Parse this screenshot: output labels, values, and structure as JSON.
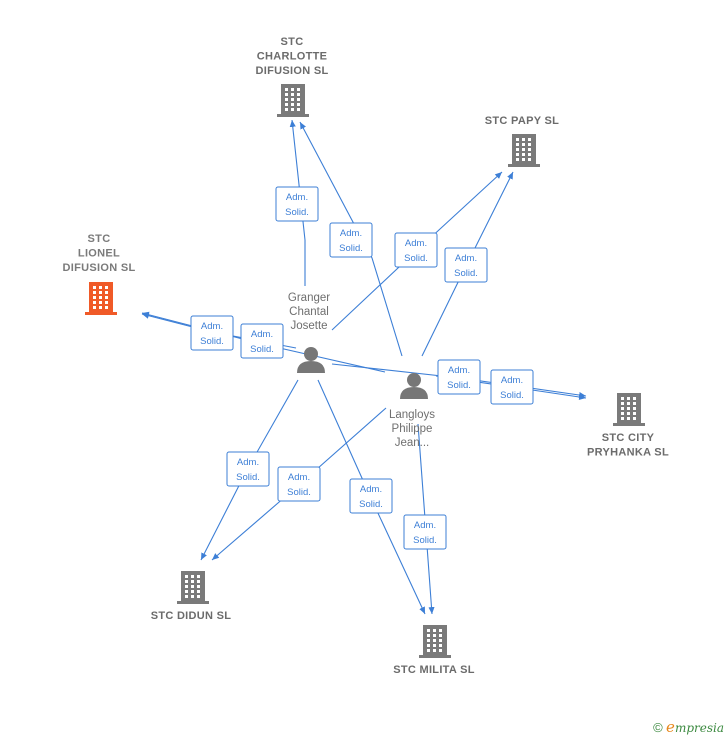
{
  "colors": {
    "edge": "#3d7fd6",
    "company": "#7a7a7a",
    "company_main": "#f05a28",
    "person": "#777777",
    "footer": "#3c8a40"
  },
  "companies": {
    "charlotte": [
      "STC",
      "CHARLOTTE",
      "DIFUSION  SL"
    ],
    "papy": [
      "STC PAPY  SL"
    ],
    "lionel": [
      "STC",
      "LIONEL",
      "DIFUSION  SL"
    ],
    "city": [
      "STC CITY",
      "PRYHANKA  SL"
    ],
    "didun": [
      "STC DIDUN  SL"
    ],
    "milita": [
      "STC MILITA  SL"
    ]
  },
  "persons": {
    "granger": [
      "Granger",
      "Chantal",
      "Josette"
    ],
    "langloys": [
      "Langloys",
      "Philippe",
      "Jean..."
    ]
  },
  "role": [
    "Adm.",
    "Solid."
  ],
  "footer": {
    "copyright": "©",
    "brand_initial": "e",
    "brand_rest": "mpresia"
  }
}
